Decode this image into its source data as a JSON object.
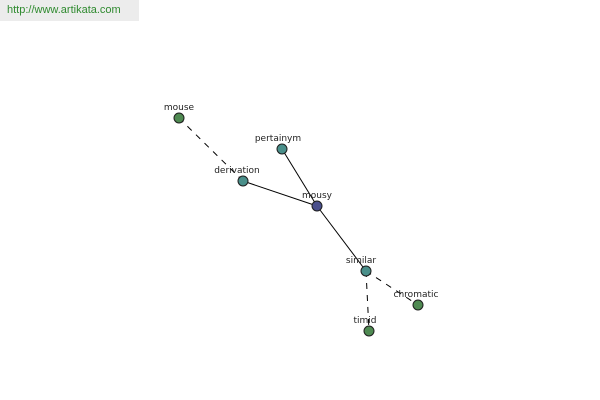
{
  "banner": {
    "url_text": "http://www.artikata.com"
  },
  "colors": {
    "center_node": "#4a4f8c",
    "relation_node": "#4a8f8a",
    "word_node": "#4f8a52",
    "banner_text": "#2f8a2f",
    "banner_bg": "#ececec"
  },
  "nodes": [
    {
      "id": "mouse",
      "label": "mouse",
      "kind": "word"
    },
    {
      "id": "pertainym",
      "label": "pertainym",
      "kind": "relation"
    },
    {
      "id": "derivation",
      "label": "derivation",
      "kind": "relation"
    },
    {
      "id": "mousy",
      "label": "mousy",
      "kind": "center"
    },
    {
      "id": "similar",
      "label": "similar",
      "kind": "relation"
    },
    {
      "id": "chromatic",
      "label": "chromatic",
      "kind": "word"
    },
    {
      "id": "timid",
      "label": "timid",
      "kind": "word"
    }
  ],
  "edges": [
    {
      "from": "mousy",
      "to": "pertainym",
      "style": "solid"
    },
    {
      "from": "mousy",
      "to": "derivation",
      "style": "solid"
    },
    {
      "from": "mousy",
      "to": "similar",
      "style": "solid"
    },
    {
      "from": "derivation",
      "to": "mouse",
      "style": "dashed"
    },
    {
      "from": "similar",
      "to": "chromatic",
      "style": "dashed"
    },
    {
      "from": "similar",
      "to": "timid",
      "style": "dashed"
    }
  ]
}
